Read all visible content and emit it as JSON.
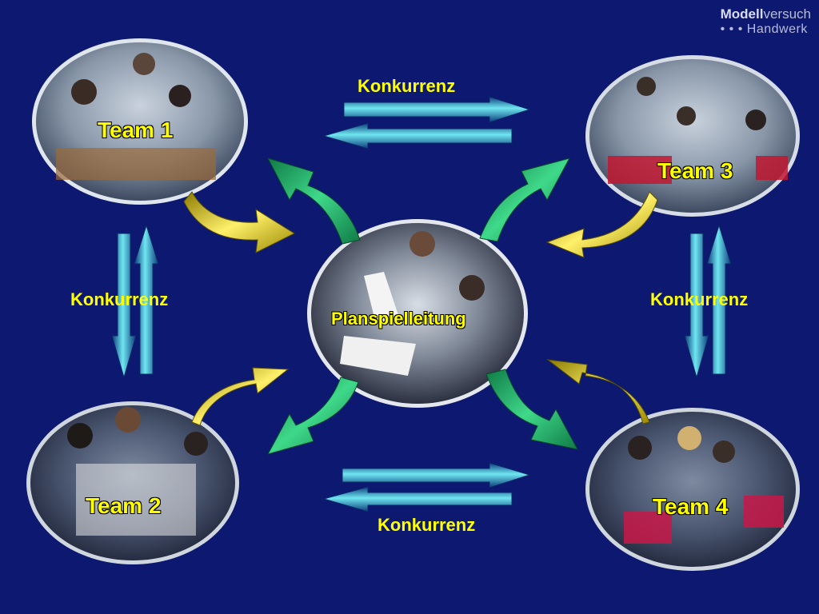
{
  "logo": {
    "bold": "Modell",
    "light": "versuch",
    "dots": "• • •",
    "line2": "Handwerk"
  },
  "center": {
    "label": "Planspielleitung"
  },
  "teams": [
    {
      "label": "Team 1"
    },
    {
      "label": "Team 2"
    },
    {
      "label": "Team 3"
    },
    {
      "label": "Team 4"
    }
  ],
  "competition": {
    "top": "Konkurrenz",
    "left": "Konkurrenz",
    "right": "Konkurrenz",
    "bottom": "Konkurrenz"
  },
  "colors": {
    "background": "#0d1870",
    "label": "#ffff00",
    "green_arrow": "#1aa860",
    "yellow_arrow": "#e6d21c",
    "teal_arrow": "#22b8c8"
  }
}
